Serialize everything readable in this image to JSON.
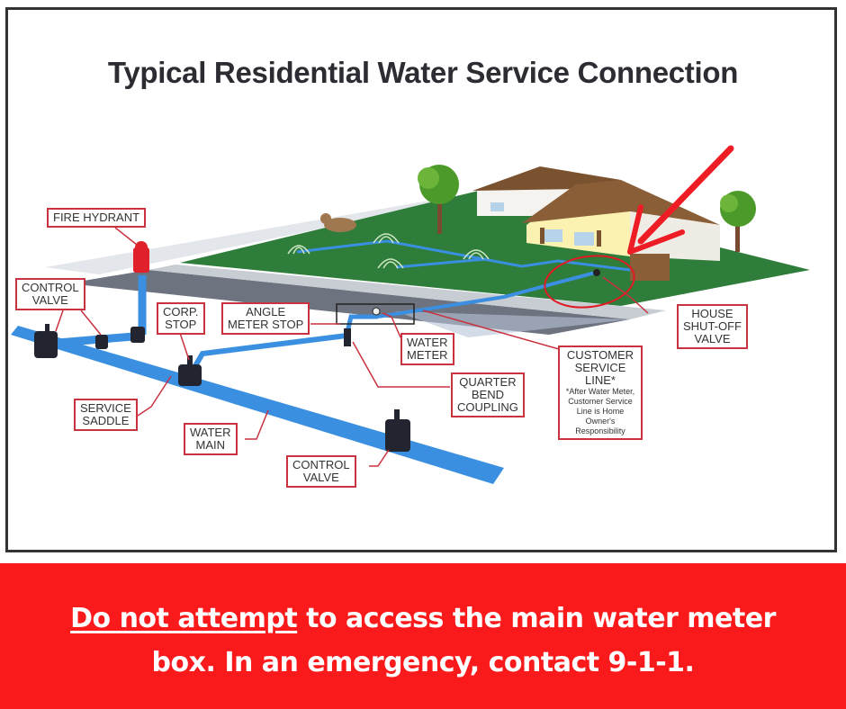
{
  "diagram": {
    "title": "Typical Residential Water Service Connection",
    "labels": {
      "fire_hydrant": "FIRE HYDRANT",
      "control_valve_left": [
        "CONTROL",
        "VALVE"
      ],
      "corp_stop": [
        "CORP.",
        "STOP"
      ],
      "angle_meter_stop": [
        "ANGLE",
        "METER STOP"
      ],
      "water_meter": [
        "WATER",
        "METER"
      ],
      "quarter_bend_coupling": [
        "QUARTER",
        "BEND",
        "COUPLING"
      ],
      "customer_service_line": [
        "CUSTOMER",
        "SERVICE",
        "LINE*"
      ],
      "customer_service_line_note": "*After Water Meter, Customer Service Line is Home Owner's Responsibility",
      "house_shutoff_valve": [
        "HOUSE",
        "SHUT-OFF",
        "VALVE"
      ],
      "service_saddle": [
        "SERVICE",
        "SADDLE"
      ],
      "water_main": [
        "WATER",
        "MAIN"
      ],
      "control_valve_right": [
        "CONTROL",
        "VALVE"
      ]
    },
    "colors": {
      "pipe": "#3a8fe0",
      "lawn": "#2e7d32",
      "label_border": "#c9323f",
      "highlight_arrow": "#ee1c24",
      "banner": "#fa1a1b"
    }
  },
  "banner": {
    "underlined": "Do not attempt",
    "rest_line1": " to access the main water meter",
    "line2": "box. In an emergency, contact 9-1-1."
  }
}
